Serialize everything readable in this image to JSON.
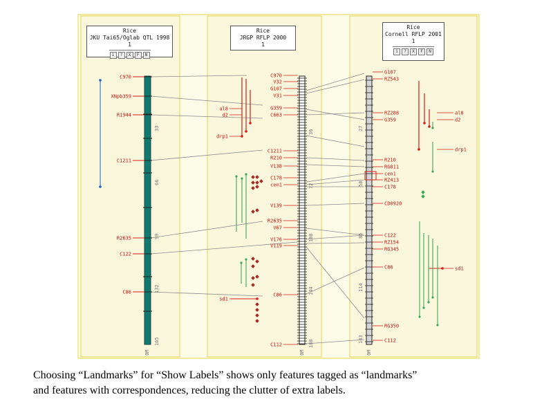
{
  "colors": {
    "panel": "#faf7dc",
    "border": "#e3d44c",
    "label": "#c81010",
    "corr": "#8a8a8a",
    "teal": "#13796e",
    "green": "#39a85a",
    "red": "#d61919",
    "blue": "#2060c8",
    "diamond": "#a52a2a"
  },
  "toolbar_buttons": [
    "i",
    "?",
    "X",
    "F",
    "N"
  ],
  "maps": [
    {
      "id": "m1",
      "species": "Rice",
      "name": "JKU Tai65/Oglab QTL 1998",
      "chromosome": "1",
      "axis_start": "0M",
      "ticks": [
        "33",
        "66",
        "99",
        "132",
        "165"
      ],
      "labels": [
        "C970",
        "XNpb359",
        "R1944",
        "C1211",
        "R2635",
        "C122",
        "C86"
      ]
    },
    {
      "id": "m2",
      "species": "Rice",
      "name": "JRGP RFLP 2000",
      "chromosome": "1",
      "axis_start": "0M",
      "ticks": [
        "36",
        "72",
        "108",
        "144",
        "180"
      ],
      "labels": [
        "C970",
        "V32",
        "G107",
        "V31",
        "G359",
        "C663",
        "C1211",
        "R210",
        "V138",
        "C178",
        "cen1",
        "V139",
        "R2635",
        "V67",
        "V176",
        "V119",
        "C86",
        "C112"
      ],
      "qtl_labels": [
        "al8",
        "d2",
        "drp1",
        "sd1"
      ]
    },
    {
      "id": "m3",
      "species": "Rice",
      "name": "Cornell RFLP 2001",
      "chromosome": "1",
      "axis_start": "0M",
      "ticks": [
        "27",
        "58",
        "85",
        "114",
        "143"
      ],
      "labels": [
        "G107",
        "RZ543",
        "RZ288",
        "G359",
        "R210",
        "RG811",
        "cen1",
        "RZ413",
        "C178",
        "CD0920",
        "C122",
        "RZ154",
        "RG345",
        "C86",
        "RG350",
        "C112"
      ],
      "qtl_labels": [
        "al8",
        "d2",
        "drp1",
        "sd1"
      ]
    }
  ],
  "caption": {
    "line1": "Choosing “Landmarks” for “Show Labels” shows only features tagged as “landmarks”",
    "line2": "and features with correspondences, reducing the clutter of extra labels."
  }
}
